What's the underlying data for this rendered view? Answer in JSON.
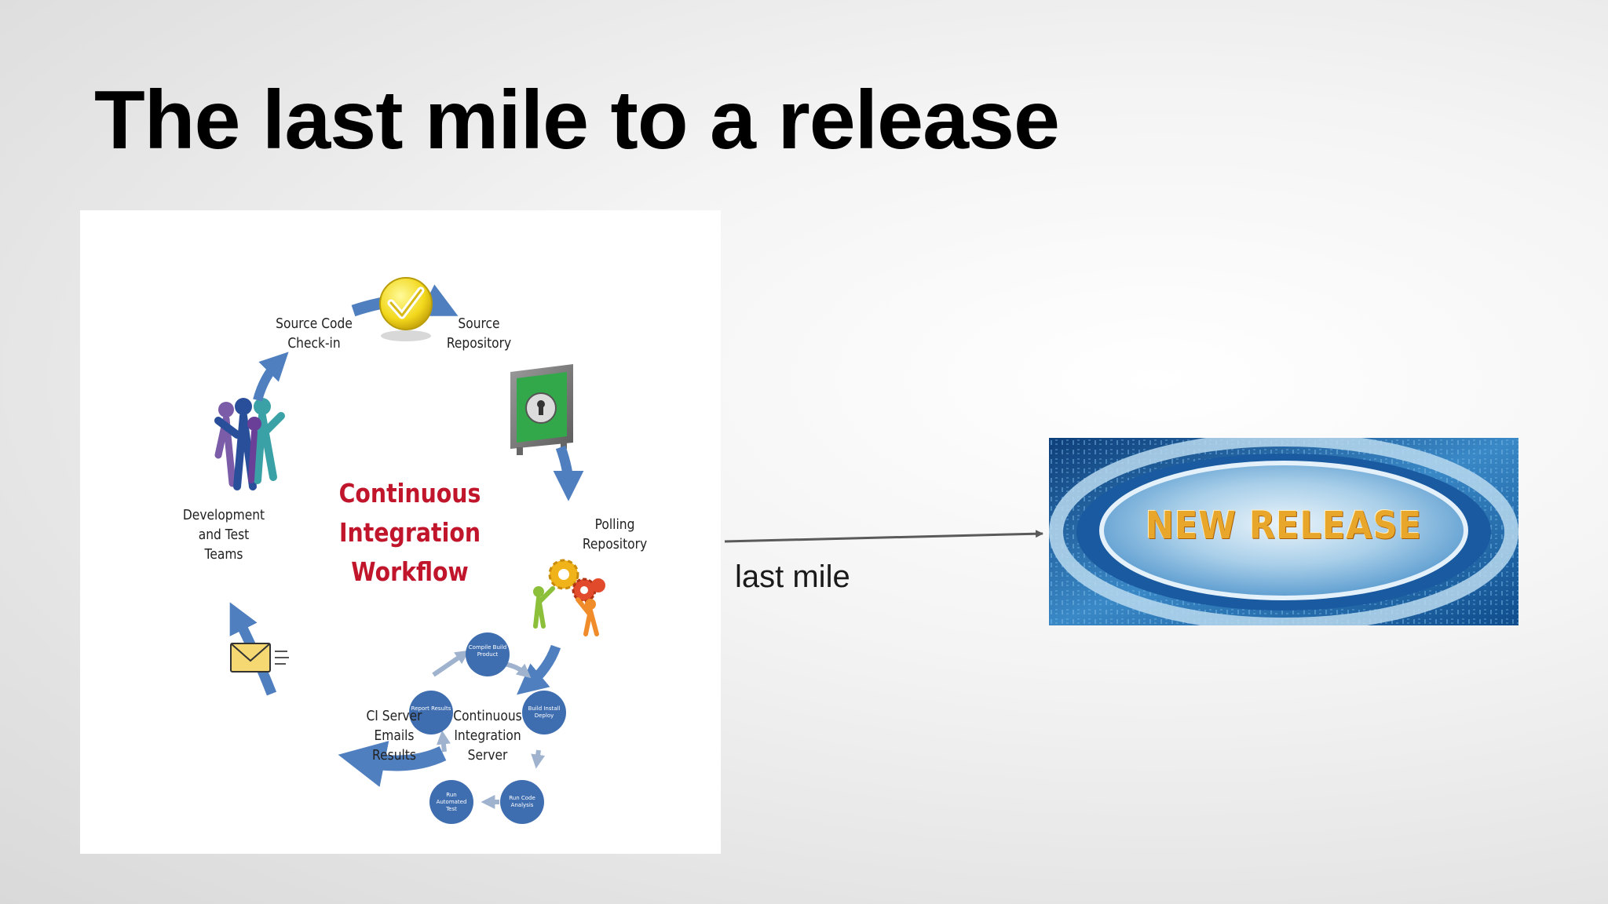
{
  "slide": {
    "title": "The last mile to a release"
  },
  "workflow": {
    "title_line1": "Continuous Integration",
    "title_line2": "Workflow",
    "source_checkin": [
      "Source Code",
      "Check-in"
    ],
    "source_repository": [
      "Source",
      "Repository"
    ],
    "polling_repository": [
      "Polling",
      "Repository"
    ],
    "ci_server": [
      "Continuous",
      "Integration",
      "Server"
    ],
    "ci_emails": [
      "CI Server",
      "Emails",
      "Results"
    ],
    "dev_teams": [
      "Development",
      "and Test",
      "Teams"
    ],
    "steps": {
      "compile": "Compile Build Product",
      "build_install": "Build Install Deploy",
      "run_code_analysis": "Run Code Analysis",
      "run_automated_test": "Run Automated Test",
      "report_results": "Report Results"
    },
    "colors": {
      "title": "#c0152a",
      "arrows": "#4f7fbf",
      "steps": "#3f6eb0"
    }
  },
  "connector": {
    "label": "last mile"
  },
  "banner": {
    "text": "NEW RELEASE",
    "colors": {
      "text": "#e8a62a",
      "background": "#1e5f9c"
    }
  }
}
